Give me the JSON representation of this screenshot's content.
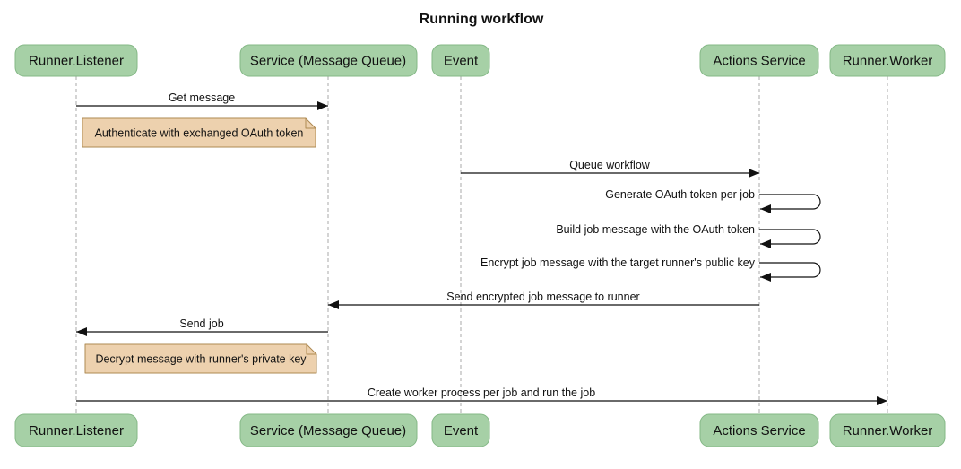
{
  "title": "Running workflow",
  "actors": [
    {
      "id": "runner-listener",
      "label": "Runner.Listener"
    },
    {
      "id": "service-message-queue",
      "label": "Service (Message Queue)"
    },
    {
      "id": "event",
      "label": "Event"
    },
    {
      "id": "actions-service",
      "label": "Actions Service"
    },
    {
      "id": "runner-worker",
      "label": "Runner.Worker"
    }
  ],
  "messages": [
    {
      "type": "message",
      "from": "Runner.Listener",
      "to": "Service (Message Queue)",
      "label": "Get message"
    },
    {
      "type": "note",
      "right_of": "Runner.Listener",
      "label": "Authenticate with exchanged OAuth token"
    },
    {
      "type": "message",
      "from": "Event",
      "to": "Actions Service",
      "label": "Queue workflow"
    },
    {
      "type": "self-message",
      "actor": "Actions Service",
      "label": "Generate OAuth token per job"
    },
    {
      "type": "self-message",
      "actor": "Actions Service",
      "label": "Build job message with the OAuth token"
    },
    {
      "type": "self-message",
      "actor": "Actions Service",
      "label": "Encrypt job message with the target runner's public key"
    },
    {
      "type": "message",
      "from": "Actions Service",
      "to": "Service (Message Queue)",
      "label": "Send encrypted job message to runner"
    },
    {
      "type": "message",
      "from": "Service (Message Queue)",
      "to": "Runner.Listener",
      "label": "Send job"
    },
    {
      "type": "note",
      "right_of": "Runner.Listener",
      "label": "Decrypt message with runner's private key"
    },
    {
      "type": "message",
      "from": "Runner.Listener",
      "to": "Runner.Worker",
      "label": "Create worker process per job and run the job"
    }
  ],
  "colors": {
    "background": "#FFFFFF",
    "actor_fill": "#A6D0A6",
    "actor_border": "#84B886",
    "note_fill": "#EDD1AE",
    "note_border": "#AE8A52",
    "lifeline": "#A8A8A8",
    "line": "#111111",
    "text": "#111111"
  }
}
